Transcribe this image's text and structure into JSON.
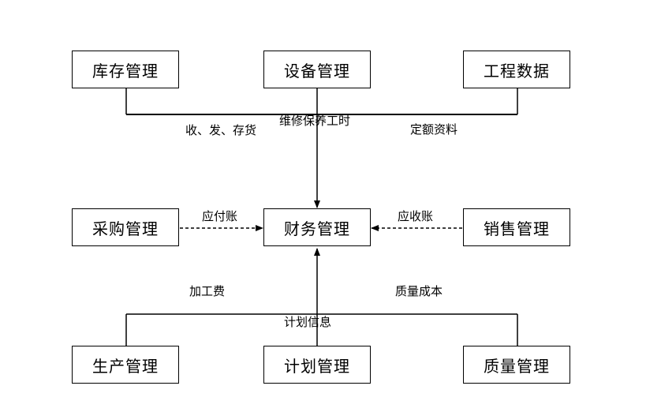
{
  "boxes": {
    "inventory": "库存管理",
    "equipment": "设备管理",
    "engineering": "工程数据",
    "purchasing": "采购管理",
    "finance": "财务管理",
    "sales": "销售管理",
    "production": "生产管理",
    "planning": "计划管理",
    "quality": "质量管理"
  },
  "labels": {
    "receive_issue_stock": "收、发、存货",
    "maintenance_hours": "维修保养工时",
    "quota_data": "定额资料",
    "accounts_payable": "应付账",
    "accounts_receivable": "应收账",
    "processing_fee": "加工费",
    "quality_cost": "质量成本",
    "plan_info": "计划信息"
  }
}
